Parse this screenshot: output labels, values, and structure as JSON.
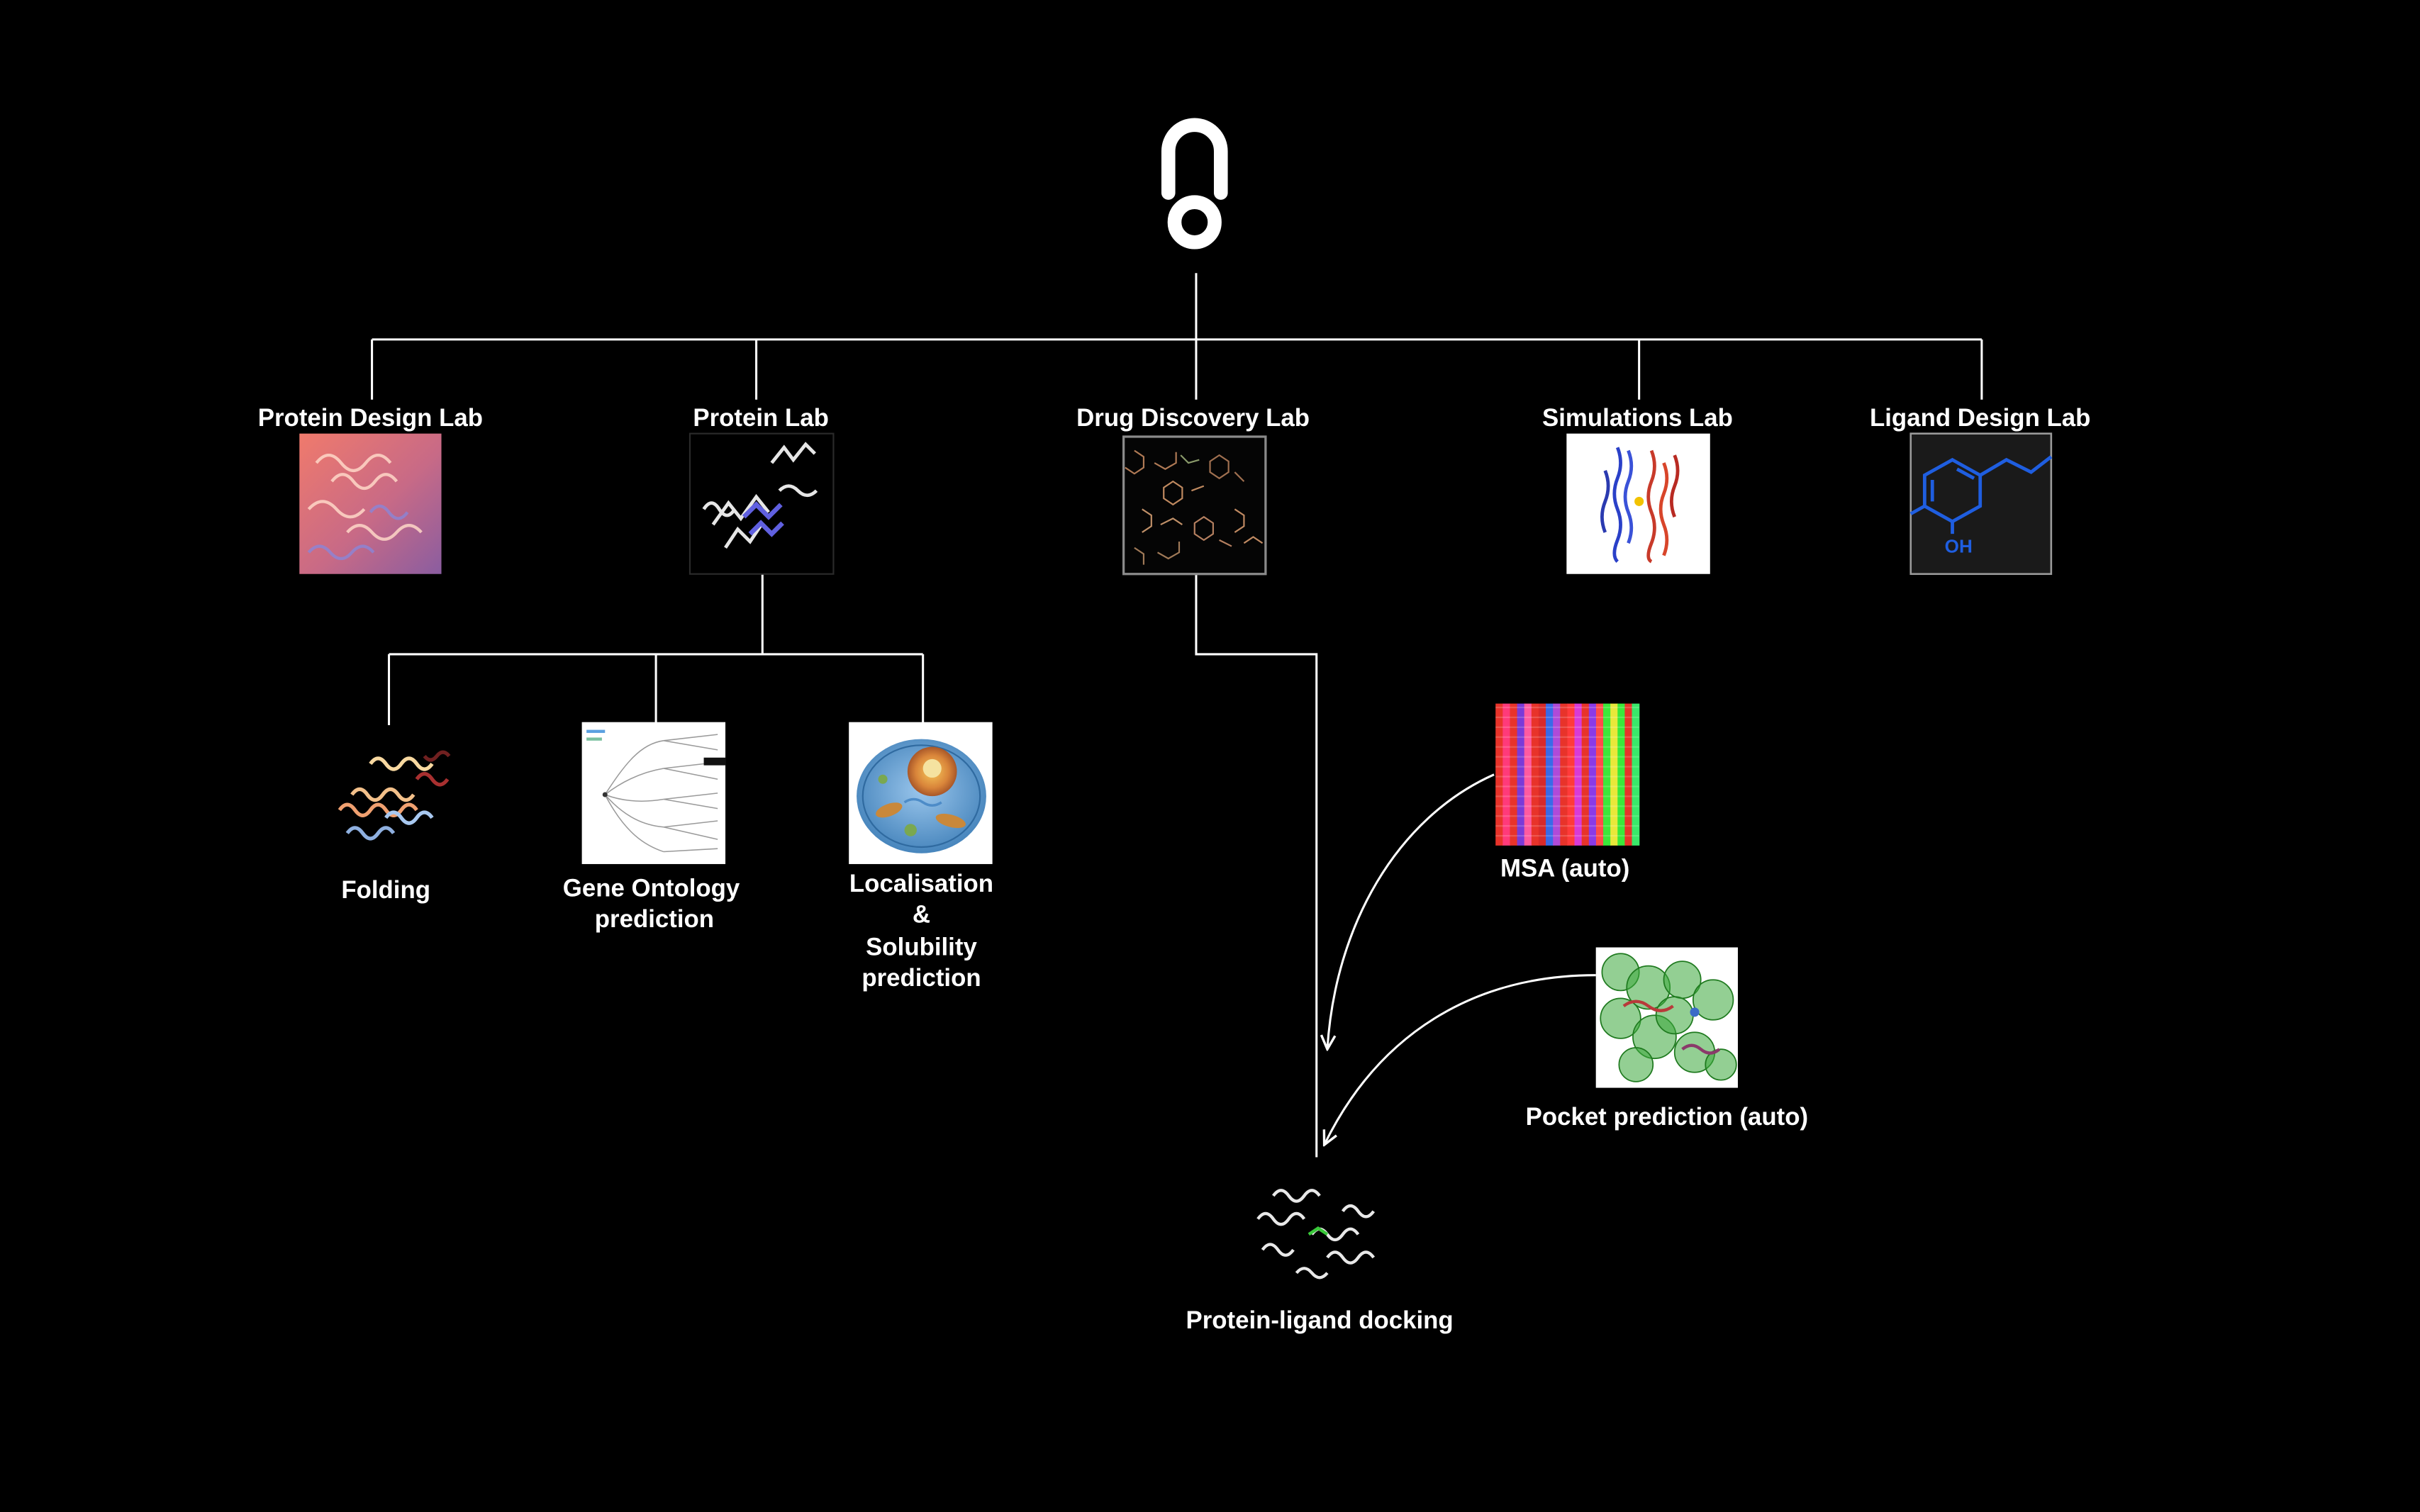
{
  "labs": {
    "protein_design": "Protein Design Lab",
    "protein": "Protein Lab",
    "drug_discovery": "Drug Discovery Lab",
    "simulations": "Simulations Lab",
    "ligand_design": "Ligand Design Lab"
  },
  "protein_lab_tools": {
    "folding": "Folding",
    "gene_ontology": [
      "Gene Ontology",
      "prediction"
    ],
    "localisation": [
      "Localisation",
      "&",
      "Solubility",
      "prediction"
    ]
  },
  "drug_discovery_tools": {
    "msa": "MSA (auto)",
    "pocket": "Pocket prediction (auto)",
    "docking": "Protein-ligand docking"
  },
  "ligand_card_text": "OH",
  "icons": {
    "logo": "logo-icon",
    "protein_design": "protein-design-thumbnail-icon",
    "protein": "protein-structure-thumbnail-icon",
    "drug_discovery": "molecule-library-thumbnail-icon",
    "simulations": "membrane-protein-thumbnail-icon",
    "ligand_design": "chemical-structure-thumbnail-icon",
    "folding": "folded-protein-icon",
    "gene_ontology": "ontology-tree-icon",
    "localisation": "cell-icon",
    "msa": "sequence-alignment-icon",
    "pocket": "binding-pocket-icon",
    "docking": "protein-ligand-complex-icon"
  },
  "colors": {
    "background": "#000000",
    "lines": "#ffffff",
    "ligand_blue": "#1f5ee0"
  }
}
